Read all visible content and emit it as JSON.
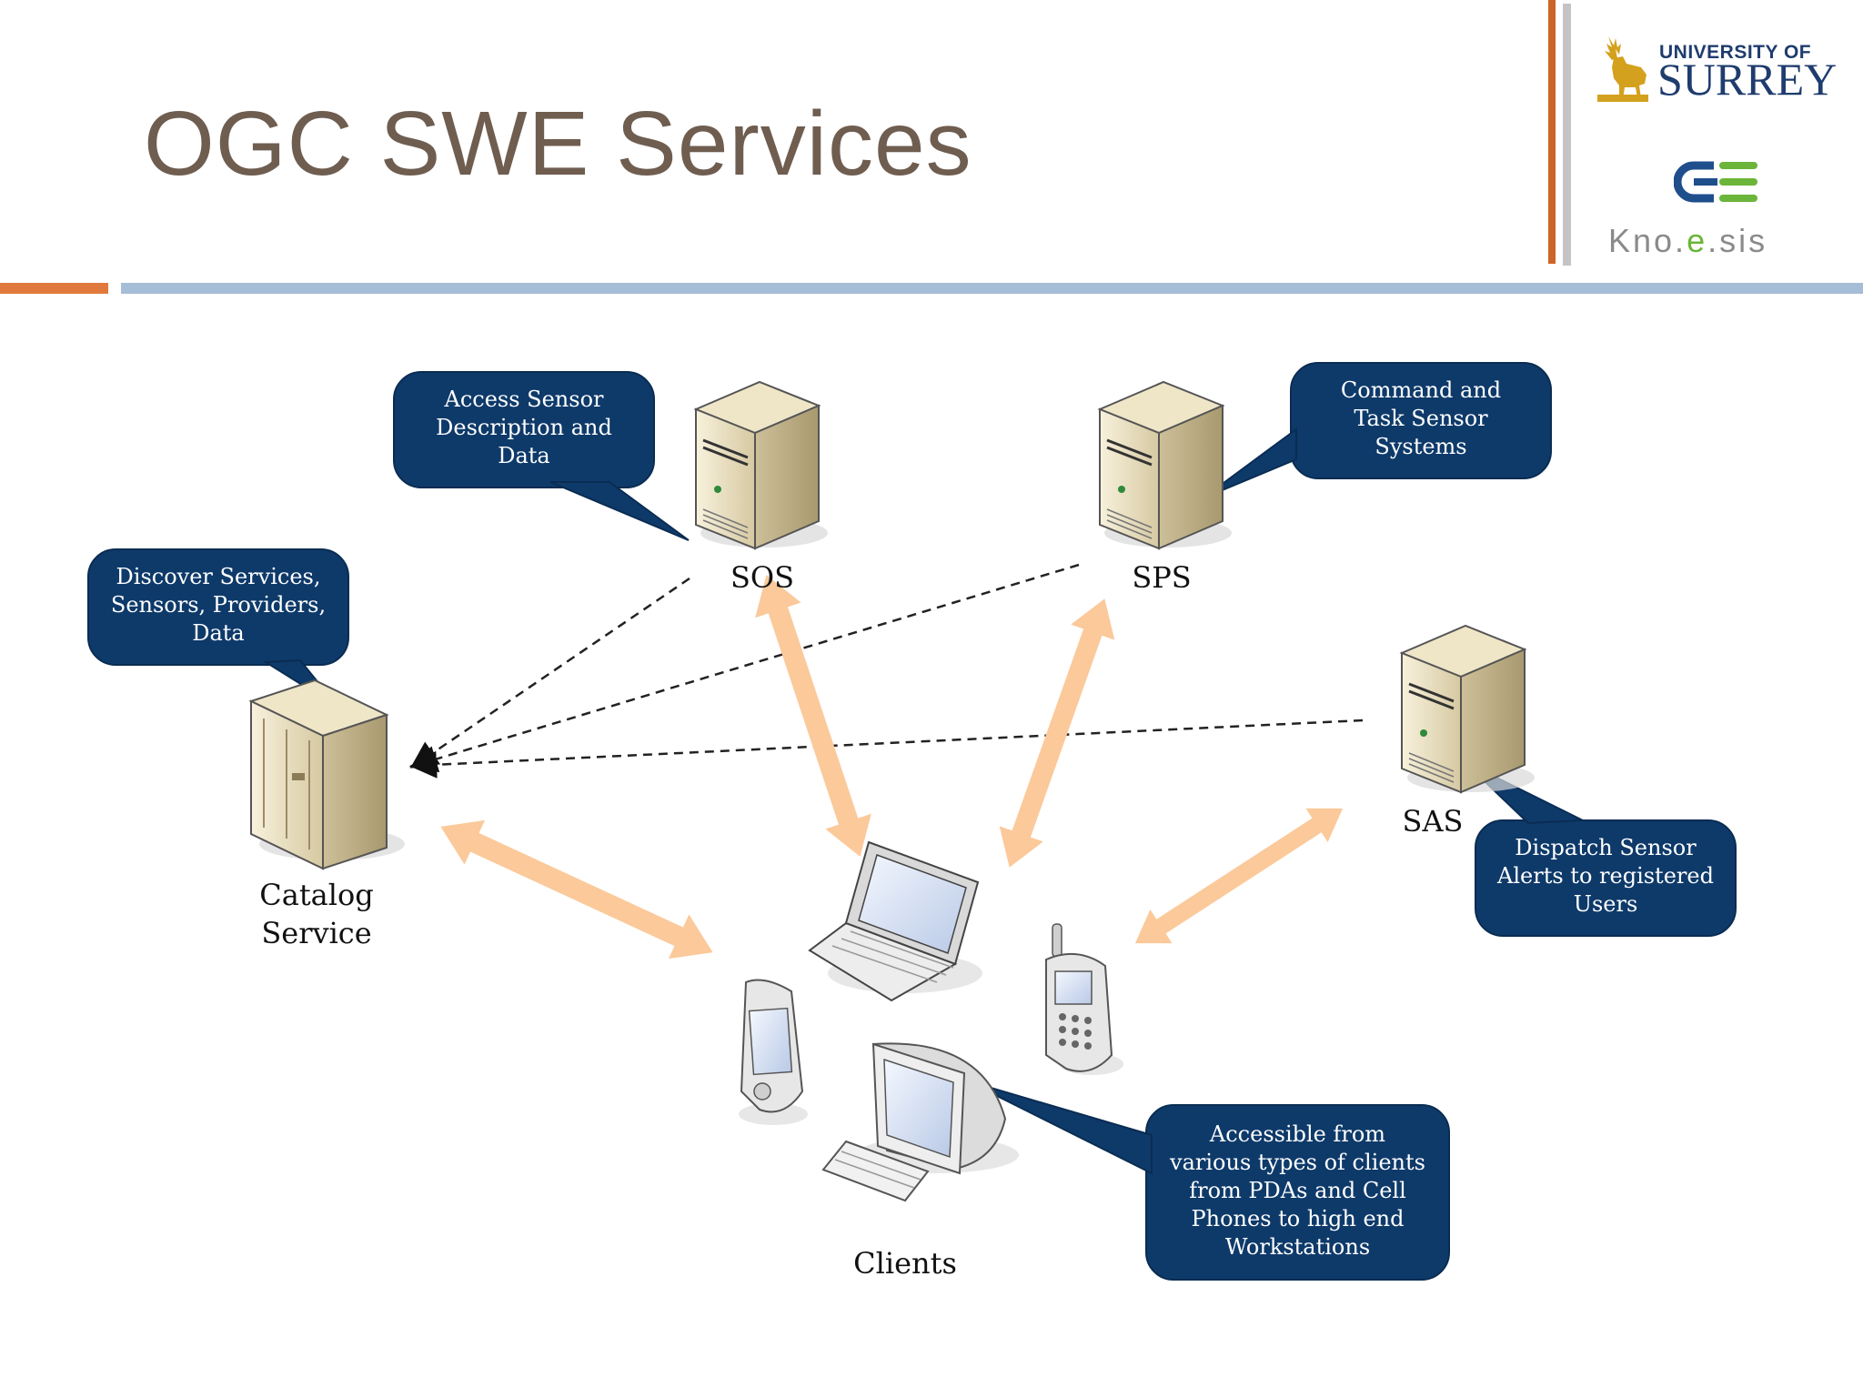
{
  "slide": {
    "title": "OGC SWE Services"
  },
  "logos": {
    "university_line1": "UNIVERSITY OF",
    "university_line2": "SURREY",
    "knoesis_a": "Kno.",
    "knoesis_b": "e",
    "knoesis_c": ".sis"
  },
  "colors": {
    "title": "#6f5d50",
    "accent_orange": "#e07a3c",
    "accent_blue": "#a5bdd6",
    "callout_fill": "#0e3a6a",
    "arrow_fill": "#fbc99a"
  },
  "nodes": {
    "sos": "SOS",
    "sps": "SPS",
    "sas": "SAS",
    "catalog": "Catalog\nService",
    "clients": "Clients"
  },
  "callouts": {
    "sos": "Access Sensor\nDescription and\nData",
    "sps": "Command and\nTask Sensor\nSystems",
    "catalog": "Discover Services,\nSensors, Providers,\nData",
    "sas": "Dispatch Sensor\nAlerts to registered\nUsers",
    "clients": "Accessible from\nvarious types of clients\nfrom PDAs and Cell\nPhones to high end\nWorkstations"
  }
}
